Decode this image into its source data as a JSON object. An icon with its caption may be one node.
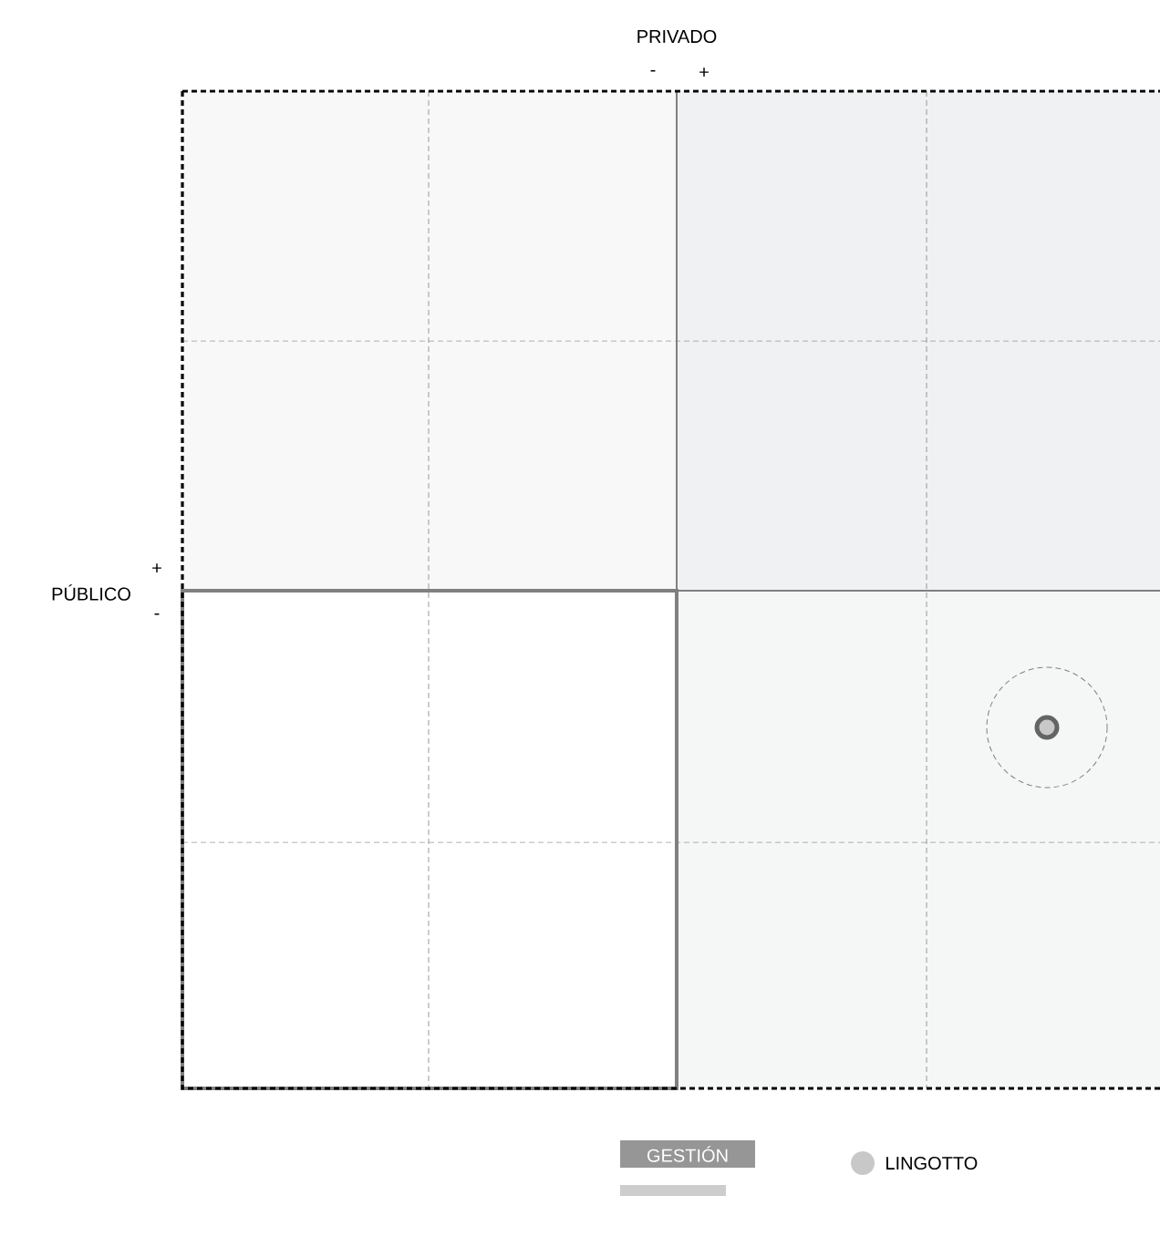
{
  "diagram": {
    "labels": [
      "PRIVADO",
      "-",
      "+",
      "PÚBLICO",
      "+",
      "-",
      "GESTIÓN"
    ],
    "legend": [
      {
        "text": "LINGOTTO",
        "color": "#c8c8c8"
      }
    ]
  }
}
